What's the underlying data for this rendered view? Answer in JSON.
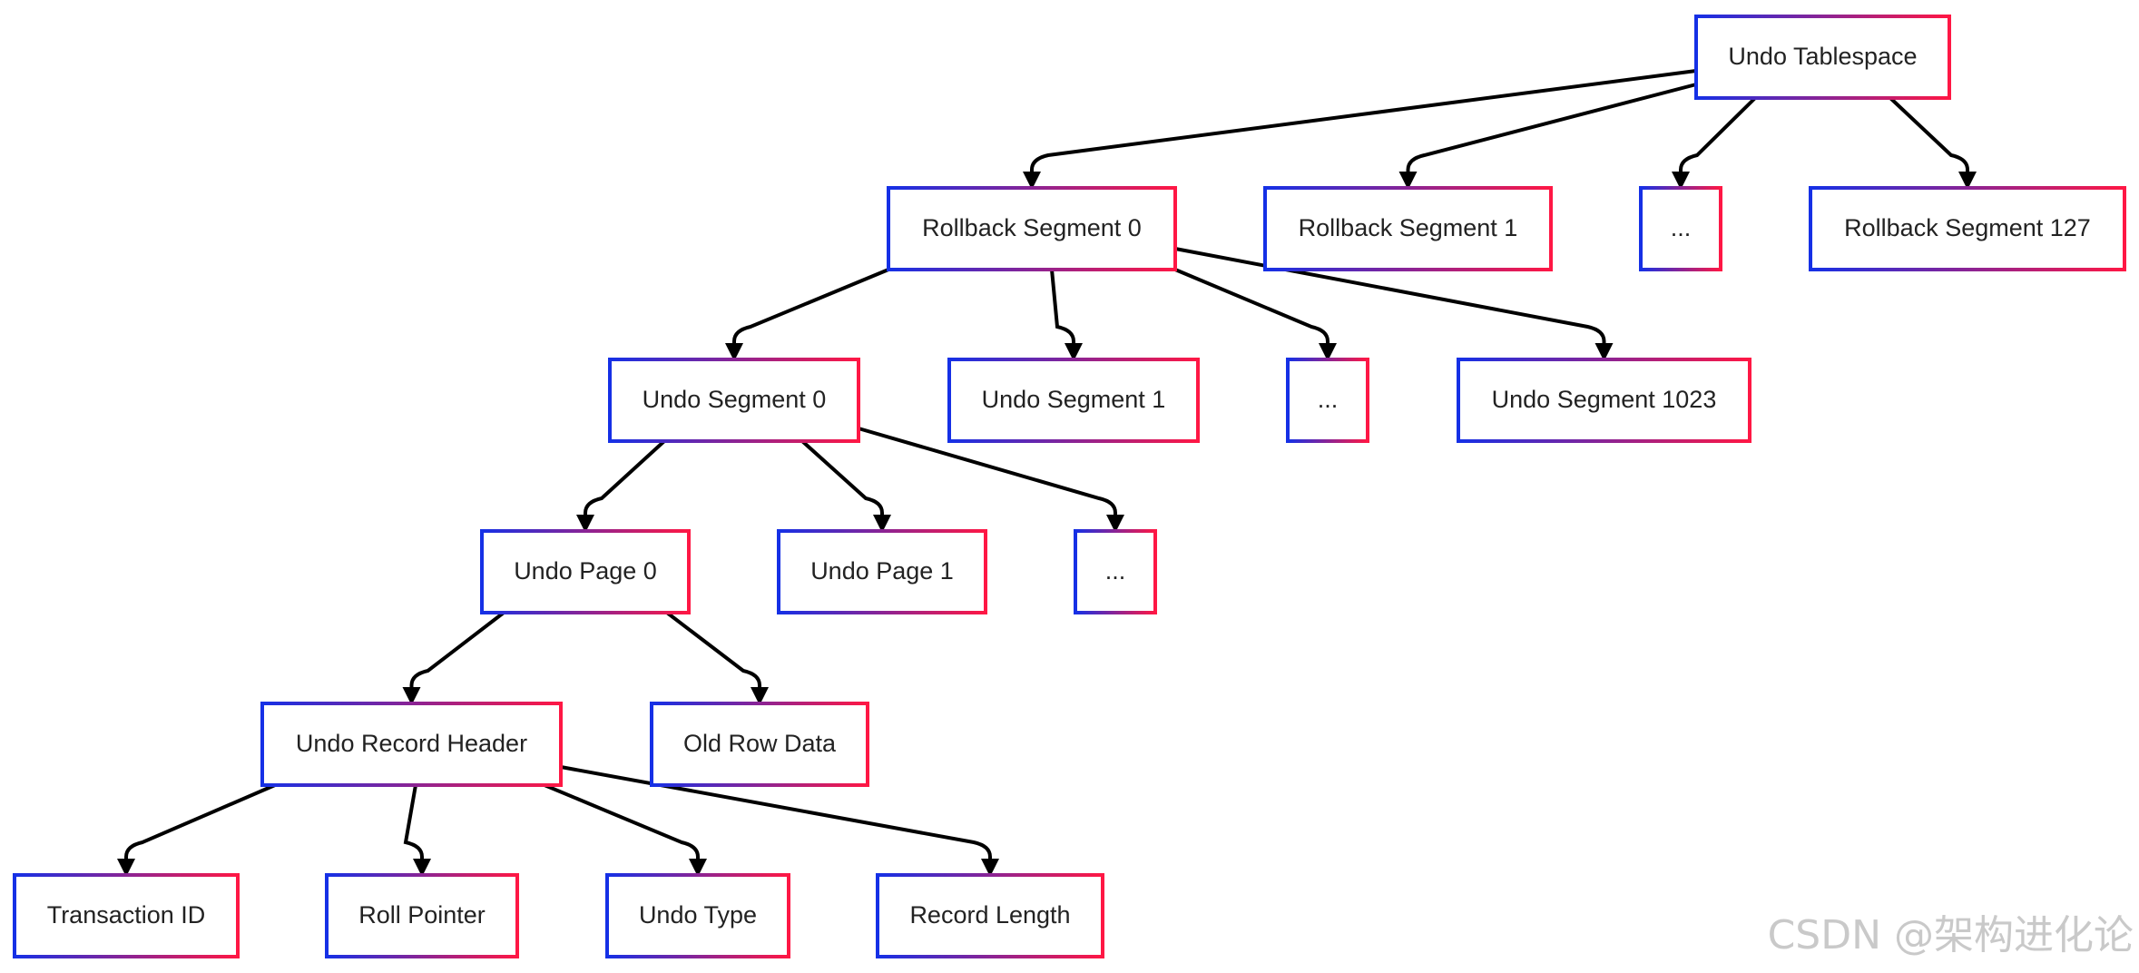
{
  "diagram": {
    "gradient_colors": [
      "#1530e6",
      "#ff1744"
    ],
    "nodes": [
      {
        "id": "undo-tablespace",
        "label": "Undo Tablespace"
      },
      {
        "id": "rollback-segment-0",
        "label": "Rollback Segment 0"
      },
      {
        "id": "rollback-segment-1",
        "label": "Rollback Segment 1"
      },
      {
        "id": "rollback-segment-ellipsis",
        "label": "..."
      },
      {
        "id": "rollback-segment-127",
        "label": "Rollback Segment 127"
      },
      {
        "id": "undo-segment-0",
        "label": "Undo Segment 0"
      },
      {
        "id": "undo-segment-1",
        "label": "Undo Segment 1"
      },
      {
        "id": "undo-segment-ellipsis",
        "label": "..."
      },
      {
        "id": "undo-segment-1023",
        "label": "Undo Segment 1023"
      },
      {
        "id": "undo-page-0",
        "label": "Undo Page 0"
      },
      {
        "id": "undo-page-1",
        "label": "Undo Page 1"
      },
      {
        "id": "undo-page-ellipsis",
        "label": "..."
      },
      {
        "id": "undo-record-header",
        "label": "Undo Record Header"
      },
      {
        "id": "old-row-data",
        "label": "Old Row Data"
      },
      {
        "id": "transaction-id",
        "label": "Transaction ID"
      },
      {
        "id": "roll-pointer",
        "label": "Roll Pointer"
      },
      {
        "id": "undo-type",
        "label": "Undo Type"
      },
      {
        "id": "record-length",
        "label": "Record Length"
      }
    ],
    "edges": [
      [
        "undo-tablespace",
        "rollback-segment-0"
      ],
      [
        "undo-tablespace",
        "rollback-segment-1"
      ],
      [
        "undo-tablespace",
        "rollback-segment-ellipsis"
      ],
      [
        "undo-tablespace",
        "rollback-segment-127"
      ],
      [
        "rollback-segment-0",
        "undo-segment-0"
      ],
      [
        "rollback-segment-0",
        "undo-segment-1"
      ],
      [
        "rollback-segment-0",
        "undo-segment-ellipsis"
      ],
      [
        "rollback-segment-0",
        "undo-segment-1023"
      ],
      [
        "undo-segment-0",
        "undo-page-0"
      ],
      [
        "undo-segment-0",
        "undo-page-1"
      ],
      [
        "undo-segment-0",
        "undo-page-ellipsis"
      ],
      [
        "undo-page-0",
        "undo-record-header"
      ],
      [
        "undo-page-0",
        "old-row-data"
      ],
      [
        "undo-record-header",
        "transaction-id"
      ],
      [
        "undo-record-header",
        "roll-pointer"
      ],
      [
        "undo-record-header",
        "undo-type"
      ],
      [
        "undo-record-header",
        "record-length"
      ]
    ]
  },
  "watermark": "CSDN @架构进化论"
}
